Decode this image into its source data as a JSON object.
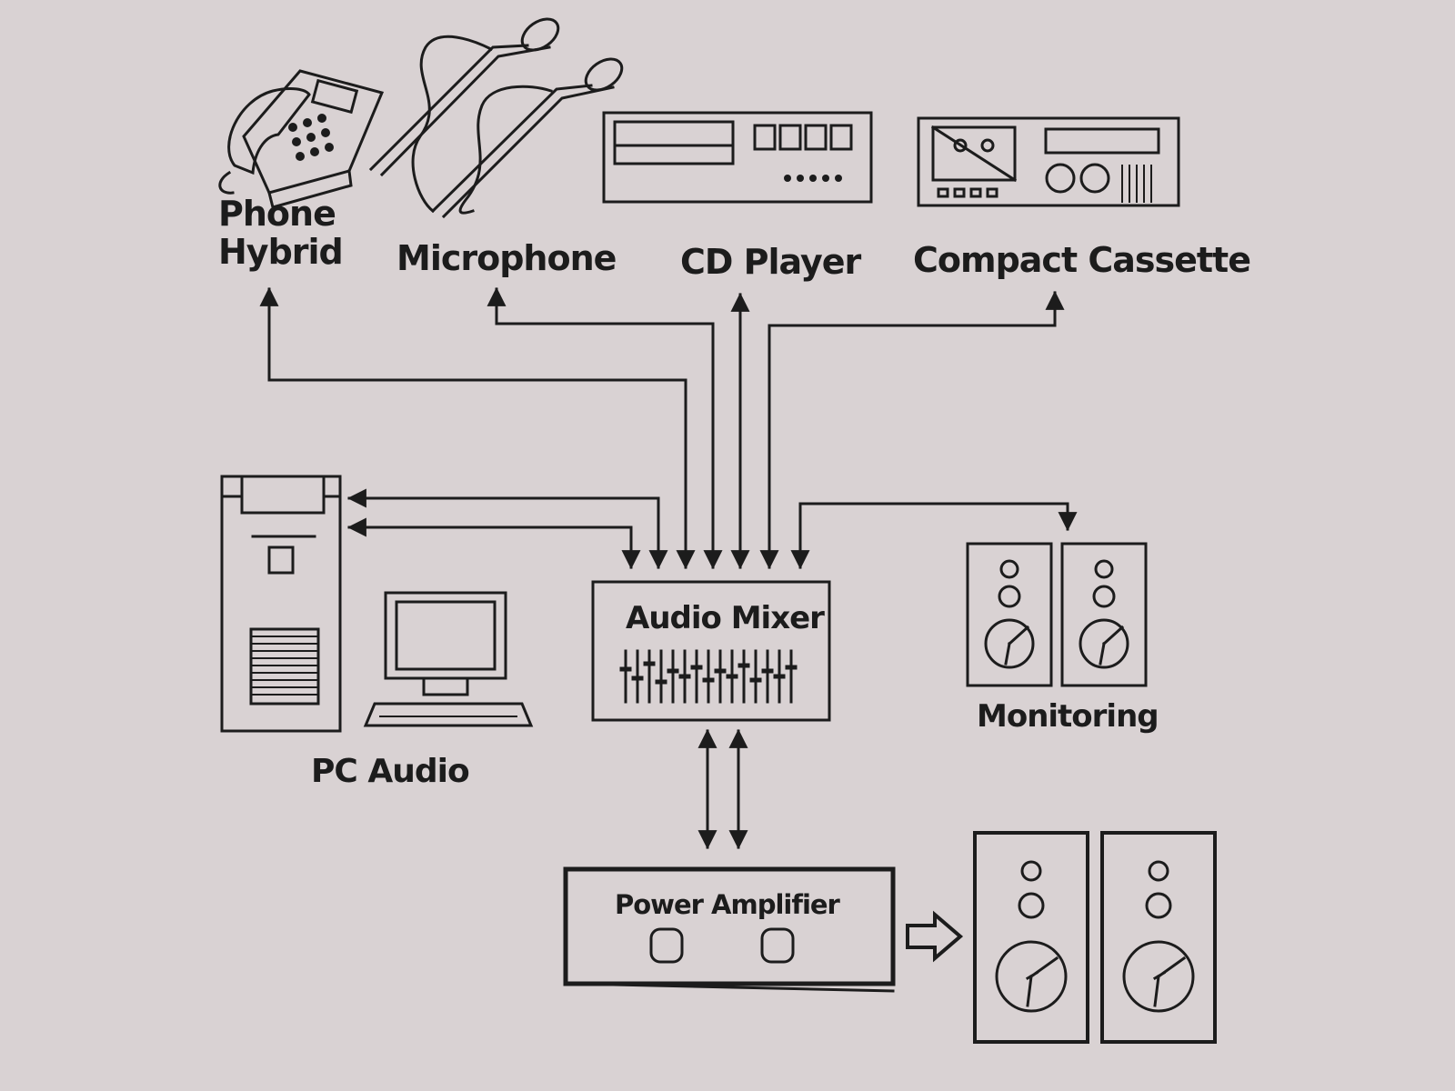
{
  "labels": {
    "phone_hybrid_line1": "Phone",
    "phone_hybrid_line2": "Hybrid",
    "microphone": "Microphone",
    "cd_player": "CD Player",
    "compact_cassette": "Compact Cassette",
    "audio_mixer": "Audio Mixer",
    "pc_audio": "PC Audio",
    "monitoring": "Monitoring",
    "power_amplifier": "Power Amplifier"
  },
  "colors": {
    "background": "#d9d2d3",
    "ink": "#1c1c1c"
  },
  "icons": {
    "phone": "telephone-icon",
    "microphone": "microphone-icon",
    "cd_player": "cd-player-icon",
    "cassette": "cassette-deck-icon",
    "pc_tower": "pc-tower-icon",
    "monitor": "computer-monitor-icon",
    "speaker": "speaker-icon"
  }
}
